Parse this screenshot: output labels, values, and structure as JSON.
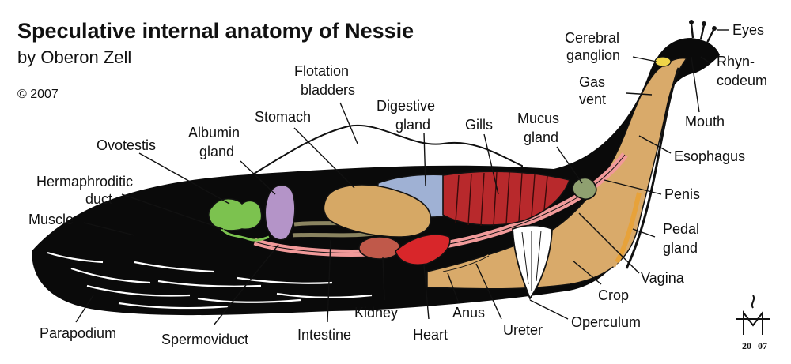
{
  "title": "Speculative internal anatomy of Nessie",
  "byline": "by Oberon Zell",
  "copyright": "© 2007",
  "signature_year": [
    "20",
    "07"
  ],
  "colors": {
    "body_black": "#0a0a0a",
    "flesh_tan": "#d9aa6a",
    "stomach": "#d6a865",
    "digestive_gland": "#9fb1d4",
    "gills": "#b8292c",
    "mucus_gland": "#8fa070",
    "ovotestis": "#7cc24f",
    "albumin_gland": "#b494c8",
    "kidney": "#c0594a",
    "heart": "#d8262a",
    "duct_pink": "#f19a9a",
    "intestine": "#8a8460",
    "pedal_gland": "#e7a23a",
    "cerebral_ganglion": "#f0d548"
  },
  "labels": {
    "eyes": "Eyes",
    "cerebral_ganglion_1": "Cerebral",
    "cerebral_ganglion_2": "ganglion",
    "rhyncodeum_1": "Rhyn-",
    "rhyncodeum_2": "codeum",
    "gas_vent_1": "Gas",
    "gas_vent_2": "vent",
    "mouth": "Mouth",
    "esophagus": "Esophagus",
    "flotation_1": "Flotation",
    "flotation_2": "bladders",
    "digestive_1": "Digestive",
    "digestive_2": "gland",
    "gills": "Gills",
    "mucus_1": "Mucus",
    "mucus_2": "gland",
    "stomach": "Stomach",
    "albumin_1": "Albumin",
    "albumin_2": "gland",
    "ovotestis": "Ovotestis",
    "herm_1": "Hermaphroditic",
    "herm_2": "duct",
    "muscle": "Muscle",
    "penis": "Penis",
    "pedal_1": "Pedal",
    "pedal_2": "gland",
    "vagina": "Vagina",
    "crop": "Crop",
    "operculum": "Operculum",
    "ureter": "Ureter",
    "anus": "Anus",
    "heart": "Heart",
    "kidney": "Kidney",
    "intestine": "Intestine",
    "spermoviduct": "Spermoviduct",
    "parapodium": "Parapodium"
  }
}
